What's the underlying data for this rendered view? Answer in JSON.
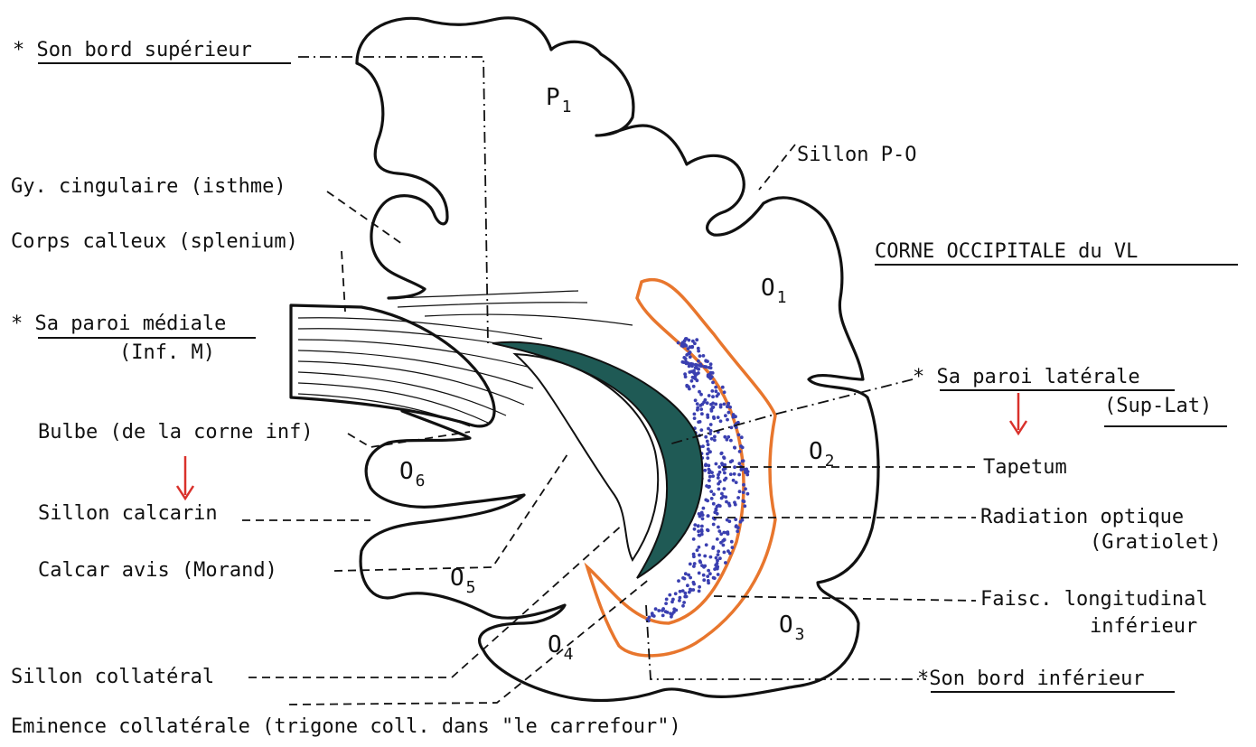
{
  "title": "CORNE OCCIPITALE du VL",
  "labels": {
    "bord_sup": "* Son bord supérieur",
    "cingulaire": "Gy. cingulaire (isthme)",
    "corps_calleux": "Corps calleux (splenium)",
    "paroi_mediale": "* Sa paroi médiale",
    "paroi_mediale_sub": "(Inf. M)",
    "bulbe": "Bulbe (de la corne inf)",
    "sillon_calcarin": "Sillon calcarin",
    "calcar_avis": "Calcar avis  (Morand)",
    "sillon_collateral": "Sillon collatéral",
    "eminence": "Eminence collatérale (trigone coll. dans \"le carrefour\")",
    "sillon_po": "Sillon P-O",
    "paroi_laterale": "* Sa paroi latérale",
    "paroi_laterale_sub": "(Sup-Lat)",
    "tapetum": "Tapetum",
    "radiation": "Radiation optique",
    "radiation_sub": "(Gratiolet)",
    "faisceau": "Faisc. longitudinal",
    "faisceau_sub": "inférieur",
    "bord_inf": "*Son bord inférieur"
  },
  "regions": {
    "p1": {
      "main": "P",
      "sub": "1"
    },
    "o1": {
      "main": "O",
      "sub": "1"
    },
    "o2": {
      "main": "O",
      "sub": "2"
    },
    "o3": {
      "main": "O",
      "sub": "3"
    },
    "o4": {
      "main": "O",
      "sub": "4"
    },
    "o5": {
      "main": "O",
      "sub": "5"
    },
    "o6": {
      "main": "O",
      "sub": "6"
    }
  },
  "colors": {
    "outline": "#111111",
    "ventricle": "#1f5a55",
    "radiation_zone": "#e8762d",
    "dots": "#3a3fb0",
    "arrow": "#d9312b"
  }
}
